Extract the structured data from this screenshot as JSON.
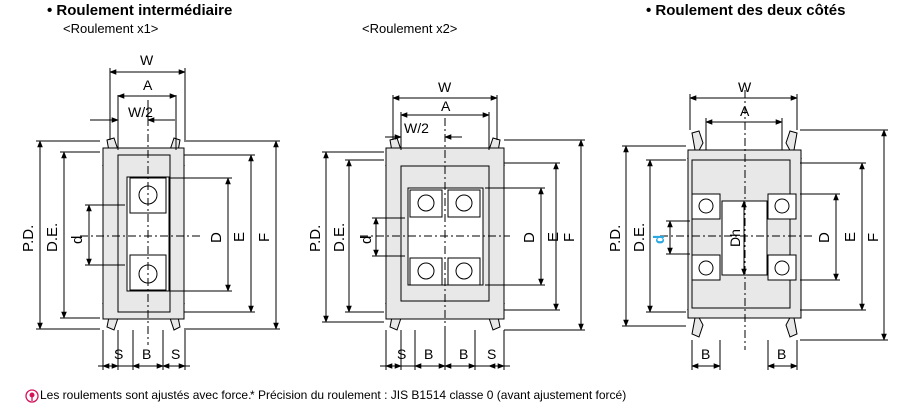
{
  "sections": {
    "left": {
      "title": "• Roulement intermédiaire",
      "subtitle": "<Roulement x1>"
    },
    "middle": {
      "subtitle": "<Roulement x2>"
    },
    "right": {
      "title": "• Roulement des deux côtés"
    }
  },
  "labels": {
    "W": "W",
    "A": "A",
    "W2": "W/2",
    "PD": "P.D.",
    "DE": "D.E.",
    "d": "d",
    "D": "D",
    "E": "E",
    "F": "F",
    "S": "S",
    "B": "B",
    "Dh": "Dh"
  },
  "footnotes": {
    "press_fit": "Les roulements sont ajustés avec force.",
    "precision": "* Précision du roulement : JIS B1514 classe 0 (avant ajustement forcé)"
  },
  "colors": {
    "line": "#000000",
    "body": "#e8e8e8",
    "accent_d": "#2aa7e0",
    "press_fit_icon": "#d4145a"
  }
}
